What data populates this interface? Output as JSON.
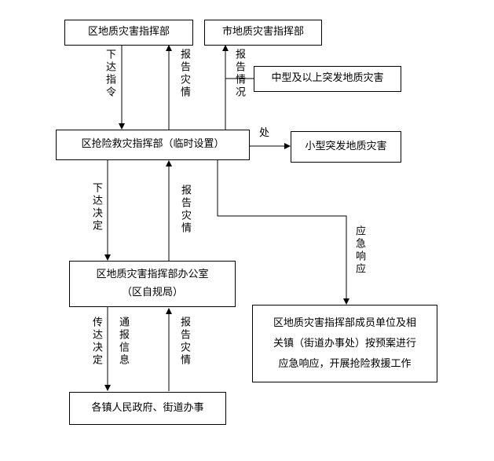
{
  "nodes": {
    "district_hq": "区地质灾害指挥部",
    "city_hq": "市地质灾害指挥部",
    "medium_large": "中型及以上突发地质灾害",
    "rescue_hq": "区抢险救灾指挥部（临时设置）",
    "small": "小型突发地质灾害",
    "office_line1": "区地质灾害指挥部办公室",
    "office_line2": "（区自规局）",
    "members_line1": "区地质灾害指挥部成员单位及相",
    "members_line2": "关镇（街道办事处）按预案进行",
    "members_line3": "应急响应，开展抢险救援工作",
    "towns": "各镇人民政府、街道办事"
  },
  "edges": {
    "issue_order": "下达指令",
    "report_disaster_1": "报告灾情",
    "report_situation": "报告情况",
    "handle": "处",
    "issue_decision": "下达决定",
    "report_disaster_2": "报告灾情",
    "emergency_response": "应急响应",
    "convey_decision": "传达决定",
    "notify_info": "通报信息",
    "report_disaster_3": "报告灾情"
  }
}
